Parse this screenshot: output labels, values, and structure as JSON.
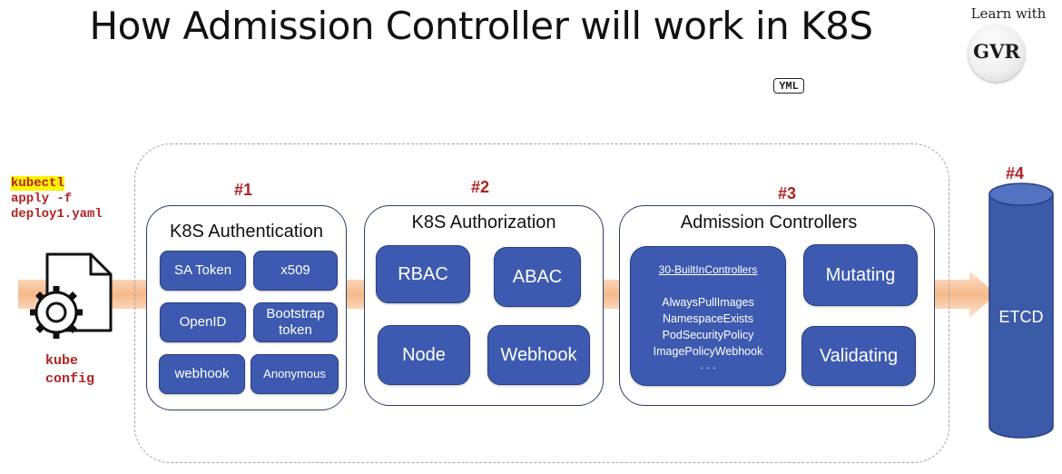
{
  "title": "How Admission Controller will work in K8S",
  "logo": {
    "tagline": "Learn with",
    "mark": "GVR"
  },
  "yml_badge": "YML",
  "client": {
    "command_line1": "kubectl",
    "command_line2": "apply -f",
    "command_line3": "deploy1.yaml",
    "config_line1": "kube",
    "config_line2": "config",
    "file_icon": "document-gear-icon"
  },
  "stages": [
    {
      "number": "#1",
      "title": "K8S Authentication",
      "items": [
        "SA Token",
        "x509",
        "OpenID",
        "Bootstrap token",
        "webhook",
        "Anonymous"
      ]
    },
    {
      "number": "#2",
      "title": "K8S Authorization",
      "items": [
        "RBAC",
        "ABAC",
        "Node",
        "Webhook"
      ]
    },
    {
      "number": "#3",
      "title": "Admission Controllers",
      "builtin_title": "30-BuiltInControllers",
      "builtin_items": [
        "AlwaysPullImages",
        "NamespaceExists",
        "PodSecurityPolicy",
        "ImagePolicyWebhook",
        ". . ."
      ],
      "items": [
        "Mutating",
        "Validating"
      ]
    }
  ],
  "etcd": {
    "number": "#4",
    "label": "ETCD"
  },
  "colors": {
    "pill_blue": "#3d5ab0",
    "stage_border": "#2d3e66",
    "number_red": "#b22222",
    "highlight_yellow": "#fff200",
    "arrow_orange": "#f6b98a",
    "etcd_blue": "#3b5aa8"
  }
}
